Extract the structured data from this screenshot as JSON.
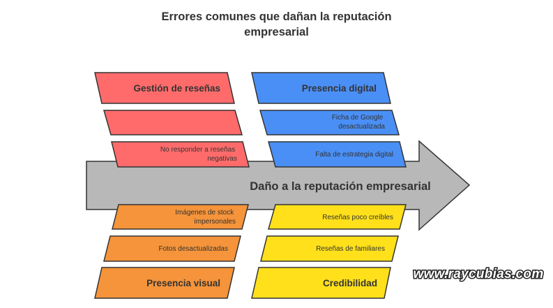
{
  "title": {
    "line1": "Errores comunes que dañan la reputación",
    "line2": "empresarial"
  },
  "spine": {
    "label": "Daño a la reputación empresarial",
    "color": "#b8b8b8"
  },
  "categories": {
    "gestion": {
      "title": "Gestión de reseñas",
      "color": "#ff6b6b",
      "items": [
        "",
        "No responder a reseñas|negativas"
      ]
    },
    "presencia_digital": {
      "title": "Presencia digital",
      "color": "#4a8ff5",
      "items": [
        "Ficha de Google|desactualizada",
        "Falta de estrategia digital"
      ]
    },
    "presencia_visual": {
      "title": "Presencia visual",
      "color": "#f5943a",
      "items": [
        "Imágenes de stock|impersonales",
        "Fotos desactualizadas"
      ]
    },
    "credibilidad": {
      "title": "Credibilidad",
      "color": "#ffe01a",
      "items": [
        "Reseñas poco creíbles",
        "Reseñas de familiares"
      ]
    }
  },
  "watermark": {
    "text": "www.raycubias.com"
  }
}
